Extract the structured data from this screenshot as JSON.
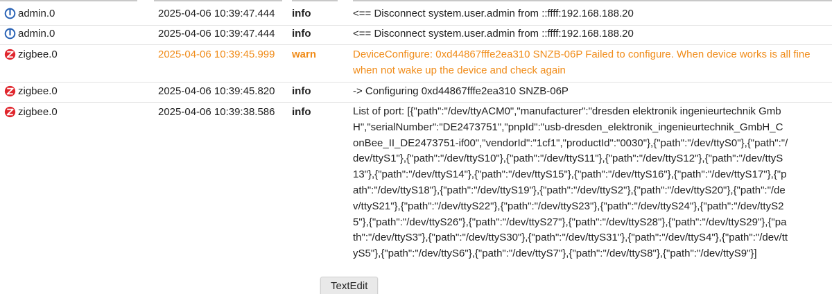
{
  "colors": {
    "warn": "#f08c1a",
    "admin_icon": "#2a63b5",
    "zigbee_icon": "#e0262d"
  },
  "rows": [
    {
      "source": "admin.0",
      "icon": "power-icon",
      "time": "2025-04-06 10:39:47.444",
      "severity": "info",
      "message": "<== Disconnect system.user.admin from ::ffff:192.168.188.20"
    },
    {
      "source": "admin.0",
      "icon": "power-icon",
      "time": "2025-04-06 10:39:47.444",
      "severity": "info",
      "message": "<== Disconnect system.user.admin from ::ffff:192.168.188.20"
    },
    {
      "source": "zigbee.0",
      "icon": "zigbee-icon",
      "time": "2025-04-06 10:39:45.999",
      "severity": "warn",
      "message": "DeviceConfigure: 0xd44867fffe2ea310 SNZB-06P Failed to configure. When device works is all fine when not wake up the device and check again"
    },
    {
      "source": "zigbee.0",
      "icon": "zigbee-icon",
      "time": "2025-04-06 10:39:45.820",
      "severity": "info",
      "message": "-> Configuring 0xd44867fffe2ea310 SNZB-06P"
    },
    {
      "source": "zigbee.0",
      "icon": "zigbee-icon",
      "time": "2025-04-06 10:39:38.586",
      "severity": "info",
      "message": "List of port: [{\"path\":\"/dev/ttyACM0\",\"manufacturer\":\"dresden elektronik ingenieurtechnik GmbH\",\"serialNumber\":\"DE2473751\",\"pnpId\":\"usb-dresden_elektronik_ingenieurtechnik_GmbH_ConBee_II_DE2473751-if00\",\"vendorId\":\"1cf1\",\"productId\":\"0030\"},{\"path\":\"/dev/ttyS0\"},{\"path\":\"/dev/ttyS1\"},{\"path\":\"/dev/ttyS10\"},{\"path\":\"/dev/ttyS11\"},{\"path\":\"/dev/ttyS12\"},{\"path\":\"/dev/ttyS13\"},{\"path\":\"/dev/ttyS14\"},{\"path\":\"/dev/ttyS15\"},{\"path\":\"/dev/ttyS16\"},{\"path\":\"/dev/ttyS17\"},{\"path\":\"/dev/ttyS18\"},{\"path\":\"/dev/ttyS19\"},{\"path\":\"/dev/ttyS2\"},{\"path\":\"/dev/ttyS20\"},{\"path\":\"/dev/ttyS21\"},{\"path\":\"/dev/ttyS22\"},{\"path\":\"/dev/ttyS23\"},{\"path\":\"/dev/ttyS24\"},{\"path\":\"/dev/ttyS25\"},{\"path\":\"/dev/ttyS26\"},{\"path\":\"/dev/ttyS27\"},{\"path\":\"/dev/ttyS28\"},{\"path\":\"/dev/ttyS29\"},{\"path\":\"/dev/ttyS3\"},{\"path\":\"/dev/ttyS30\"},{\"path\":\"/dev/ttyS31\"},{\"path\":\"/dev/ttyS4\"},{\"path\":\"/dev/ttyS5\"},{\"path\":\"/dev/ttyS6\"},{\"path\":\"/dev/ttyS7\"},{\"path\":\"/dev/ttyS8\"},{\"path\":\"/dev/ttyS9\"}]"
    }
  ],
  "tooltip": "TextEdit"
}
